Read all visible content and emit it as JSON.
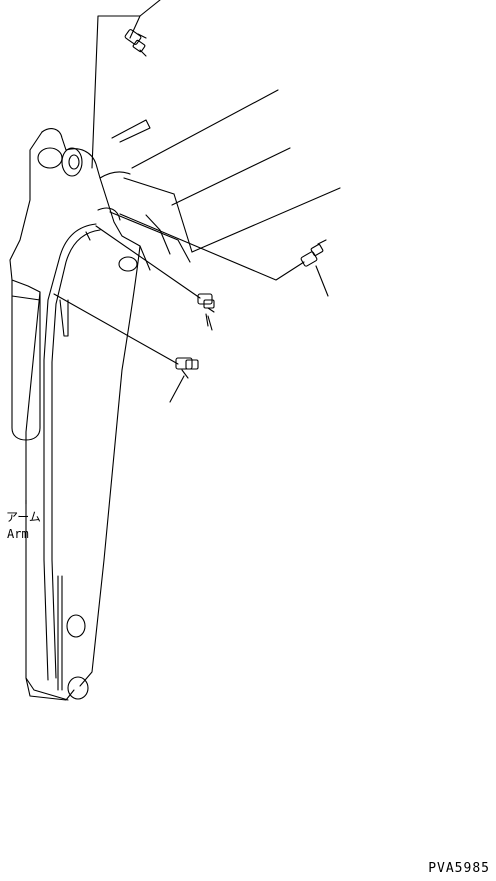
{
  "labels": {
    "arm_japanese": "アーム",
    "arm_english": "Arm"
  },
  "drawing_reference": "PVA5985"
}
